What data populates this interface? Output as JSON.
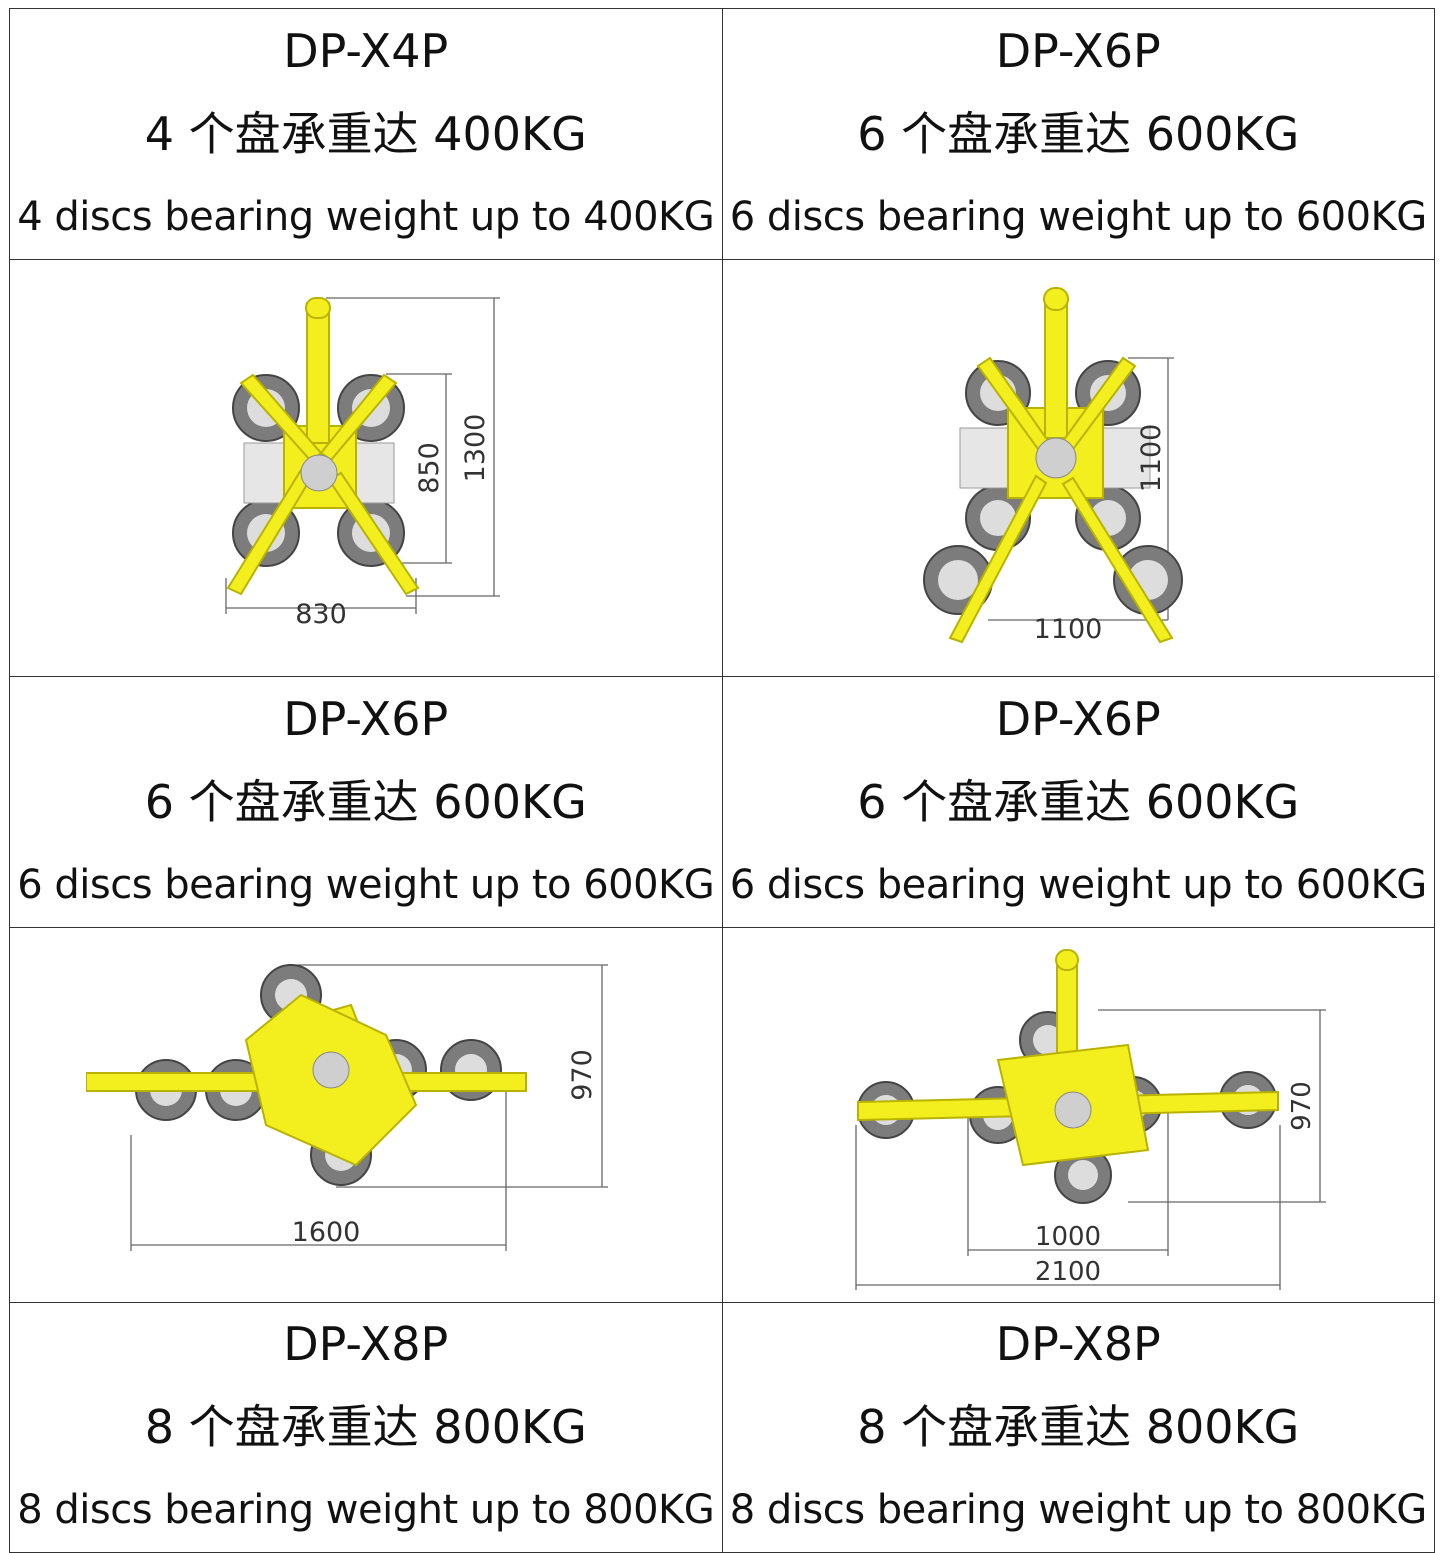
{
  "colors": {
    "frame": "#f3ef1f",
    "frame_stroke": "#b9b300",
    "disc": "#7c7c7c",
    "dim_line": "#666666"
  },
  "cells": [
    {
      "model": "DP-X4P",
      "zh": "4 个盘承重达 400KG",
      "en": "4 discs bearing weight up to 400KG"
    },
    {
      "model": "DP-X6P",
      "zh": "6 个盘承重达 600KG",
      "en": "6 discs bearing weight up to 600KG"
    },
    {
      "model": "DP-X6P",
      "zh": "6 个盘承重达 600KG",
      "en": "6 discs bearing weight up to 600KG"
    },
    {
      "model": "DP-X6P",
      "zh": "6 个盘承重达 600KG",
      "en": "6 discs bearing weight up to 600KG"
    },
    {
      "model": "DP-X8P",
      "zh": "8 个盘承重达 800KG",
      "en": "8 discs bearing weight up to 800KG"
    },
    {
      "model": "DP-X8P",
      "zh": "8 个盘承重达 800KG",
      "en": "8 discs bearing weight up to 800KG"
    }
  ],
  "drawings": [
    {
      "dims": [
        "830",
        "850",
        "1300"
      ]
    },
    {
      "dims": [
        "1100",
        "1100"
      ]
    },
    {
      "dims": [
        "1600",
        "970"
      ]
    },
    {
      "dims": [
        "1000",
        "2100",
        "970"
      ]
    }
  ]
}
